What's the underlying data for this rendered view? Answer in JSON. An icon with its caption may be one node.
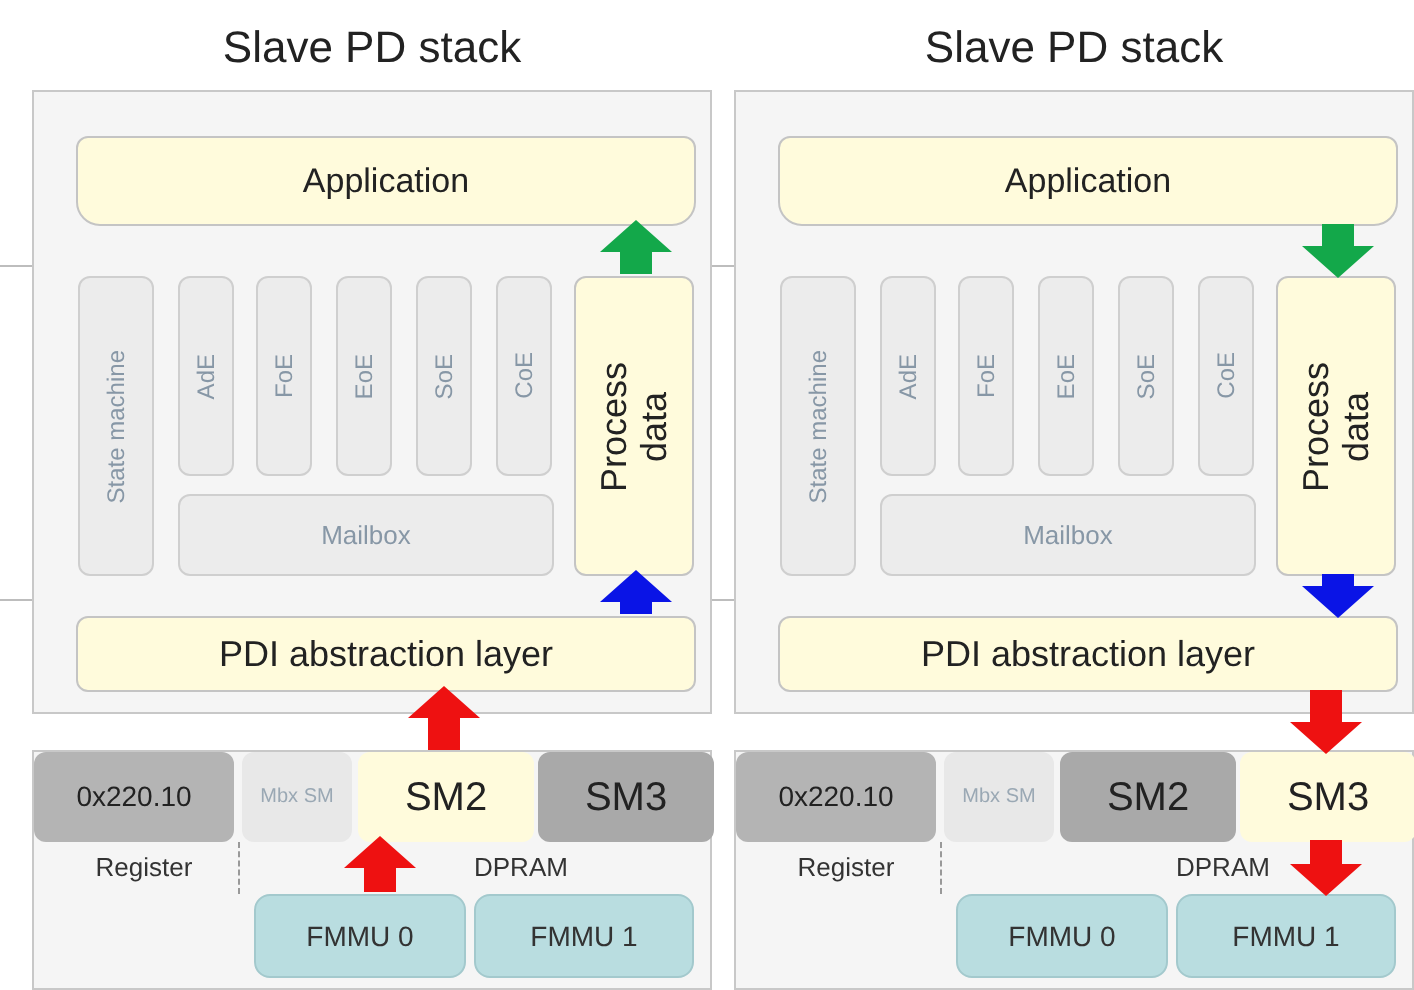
{
  "diagram": {
    "nodes": [
      {
        "text": [
          "Slave PD stack"
        ]
      },
      {
        "text": [
          "Application"
        ],
        "in": 0
      },
      {
        "text": [
          "State machine"
        ],
        "in": 0
      },
      {
        "text": [
          "AdE"
        ],
        "in": 0
      },
      {
        "text": [
          "FoE"
        ],
        "in": 0
      },
      {
        "text": [
          "EoE"
        ],
        "in": 0
      },
      {
        "text": [
          "SoE"
        ],
        "in": 0
      },
      {
        "text": [
          "CoE"
        ],
        "in": 0
      },
      {
        "text": [
          "Mailbox"
        ],
        "in": 0
      },
      {
        "text": [
          "Process data"
        ],
        "in": 0
      },
      {
        "text": [
          "PDI abstraction layer"
        ],
        "in": 0
      },
      {
        "text": [
          "Register",
          "DPRAM"
        ]
      },
      {
        "text": [
          "0x220.10"
        ],
        "in": 11
      },
      {
        "text": [
          "Mbx SM"
        ],
        "in": 11
      },
      {
        "text": [
          "SM2"
        ],
        "in": 11
      },
      {
        "text": [
          "SM3"
        ],
        "in": 11
      },
      {
        "text": [
          "FMMU 0"
        ],
        "in": 11
      },
      {
        "text": [
          "FMMU 1"
        ],
        "in": 11
      },
      {
        "text": [
          "Slave PD stack"
        ]
      },
      {
        "text": [
          "Application"
        ],
        "in": 18
      },
      {
        "text": [
          "State machine"
        ],
        "in": 18
      },
      {
        "text": [
          "AdE"
        ],
        "in": 18
      },
      {
        "text": [
          "FoE"
        ],
        "in": 18
      },
      {
        "text": [
          "EoE"
        ],
        "in": 18
      },
      {
        "text": [
          "SoE"
        ],
        "in": 18
      },
      {
        "text": [
          "CoE"
        ],
        "in": 18
      },
      {
        "text": [
          "Mailbox"
        ],
        "in": 18
      },
      {
        "text": [
          "Process data"
        ],
        "in": 18
      },
      {
        "text": [
          "PDI abstraction layer"
        ],
        "in": 18
      },
      {
        "text": [
          "Register",
          "DPRAM"
        ]
      },
      {
        "text": [
          "0x220.10"
        ],
        "in": 29
      },
      {
        "text": [
          "Mbx SM"
        ],
        "in": 29
      },
      {
        "text": [
          "SM2"
        ],
        "in": 29
      },
      {
        "text": [
          "SM3"
        ],
        "in": 29
      },
      {
        "text": [
          "FMMU 0"
        ],
        "in": 29
      },
      {
        "text": [
          "FMMU 1"
        ],
        "in": 29
      }
    ],
    "edges": [
      {
        "from": 9,
        "to": 1,
        "arrow": "to",
        "color": "#13a84a"
      },
      {
        "from": 10,
        "to": 9,
        "arrow": "to",
        "color": "#0a14e6"
      },
      {
        "from": 14,
        "to": 10,
        "arrow": "to",
        "color": "#ee1111"
      },
      {
        "from": 16,
        "to": 14,
        "arrow": "to",
        "color": "#ee1111"
      },
      {
        "from": 19,
        "to": 27,
        "arrow": "to",
        "color": "#13a84a"
      },
      {
        "from": 27,
        "to": 28,
        "arrow": "to",
        "color": "#0a14e6"
      },
      {
        "from": 28,
        "to": 33,
        "arrow": "to",
        "color": "#ee1111"
      },
      {
        "from": 33,
        "to": 35,
        "arrow": "to",
        "color": "#ee1111"
      }
    ]
  }
}
